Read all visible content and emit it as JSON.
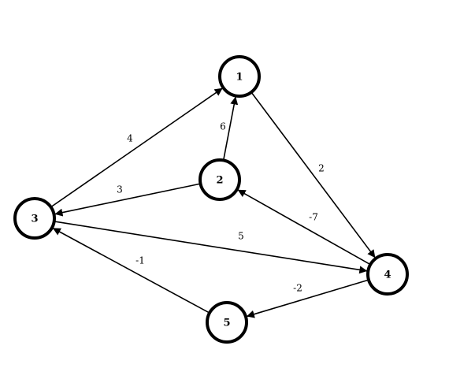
{
  "graph": {
    "node_stroke": "#000000",
    "edge_stroke": "#000000",
    "background": "#ffffff",
    "nodes": [
      {
        "id": "1",
        "label": "1"
      },
      {
        "id": "2",
        "label": "2"
      },
      {
        "id": "3",
        "label": "3"
      },
      {
        "id": "4",
        "label": "4"
      },
      {
        "id": "5",
        "label": "5"
      }
    ],
    "edges": [
      {
        "from": "3",
        "to": "1",
        "weight": "4"
      },
      {
        "from": "2",
        "to": "1",
        "weight": "6"
      },
      {
        "from": "1",
        "to": "4",
        "weight": "2"
      },
      {
        "from": "2",
        "to": "3",
        "weight": "3"
      },
      {
        "from": "4",
        "to": "2",
        "weight": "-7"
      },
      {
        "from": "3",
        "to": "4",
        "weight": "5"
      },
      {
        "from": "5",
        "to": "3",
        "weight": "-1"
      },
      {
        "from": "4",
        "to": "5",
        "weight": "-2"
      }
    ]
  }
}
